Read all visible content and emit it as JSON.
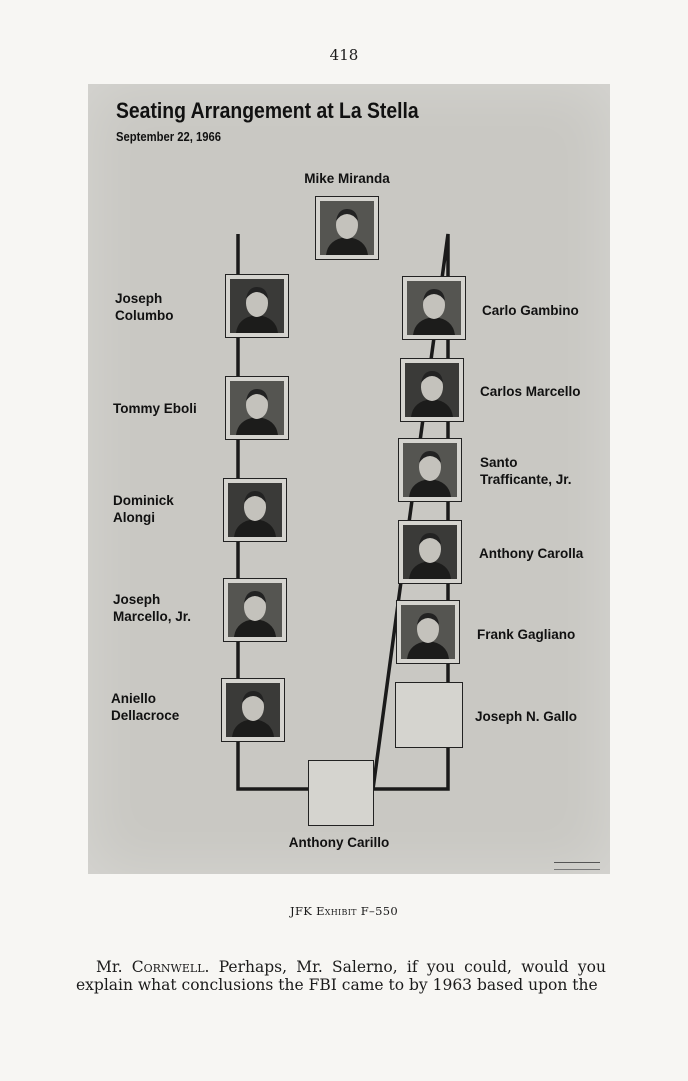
{
  "page_number": "418",
  "figure": {
    "title": "Seating Arrangement at La Stella",
    "date": "September 22, 1966",
    "seats": [
      {
        "name": "Mike Miranda",
        "photo": true
      },
      {
        "name": "Joseph\nColumbo",
        "photo": true
      },
      {
        "name": "Tommy Eboli",
        "photo": true
      },
      {
        "name": "Dominick\nAlongi",
        "photo": true
      },
      {
        "name": "Joseph\nMarcello, Jr.",
        "photo": true
      },
      {
        "name": "Aniello\nDellacroce",
        "photo": true
      },
      {
        "name": "Carlo Gambino",
        "photo": true
      },
      {
        "name": "Carlos Marcello",
        "photo": true
      },
      {
        "name": "Santo\nTrafficante, Jr.",
        "photo": true
      },
      {
        "name": "Anthony Carolla",
        "photo": true
      },
      {
        "name": "Frank Gagliano",
        "photo": true
      },
      {
        "name": "Joseph N. Gallo",
        "photo": false
      },
      {
        "name": "Anthony Carillo",
        "photo": false
      }
    ]
  },
  "caption": {
    "prefix": "JFK",
    "label": "Exhibit",
    "number": "F–550"
  },
  "body": {
    "speaker": "Cornwell.",
    "speaker_prefix": "Mr.",
    "text": "Perhaps, Mr. Salerno, if you could, would you explain what conclusions the FBI came to by 1963 based upon the"
  }
}
